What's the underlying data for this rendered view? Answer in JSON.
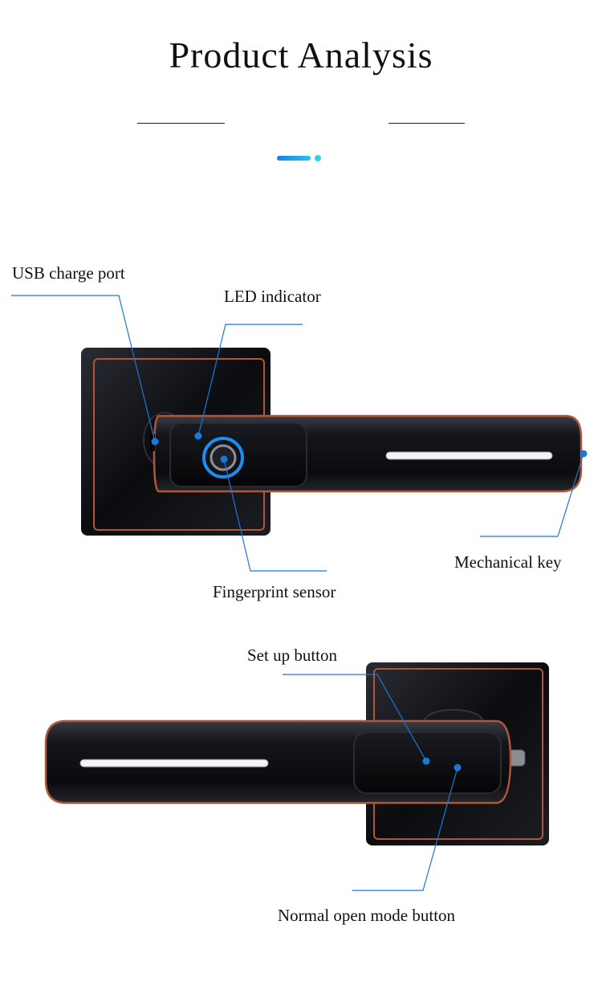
{
  "header": {
    "title": "Product Analysis"
  },
  "callouts": {
    "usb_charge_port": "USB charge port",
    "led_indicator": "LED indicator",
    "fingerprint_sensor": "Fingerprint sensor",
    "mechanical_key": "Mechanical key",
    "set_up_button": "Set up button",
    "normal_open_mode_button": "Normal open mode button"
  },
  "colors": {
    "accent_blue": "#1e7fe0",
    "accent_cyan": "#27c3f2",
    "lock_body": "#0d0e12",
    "bronze_trim": "#b0573a",
    "callout_line": "#1a78d6"
  }
}
